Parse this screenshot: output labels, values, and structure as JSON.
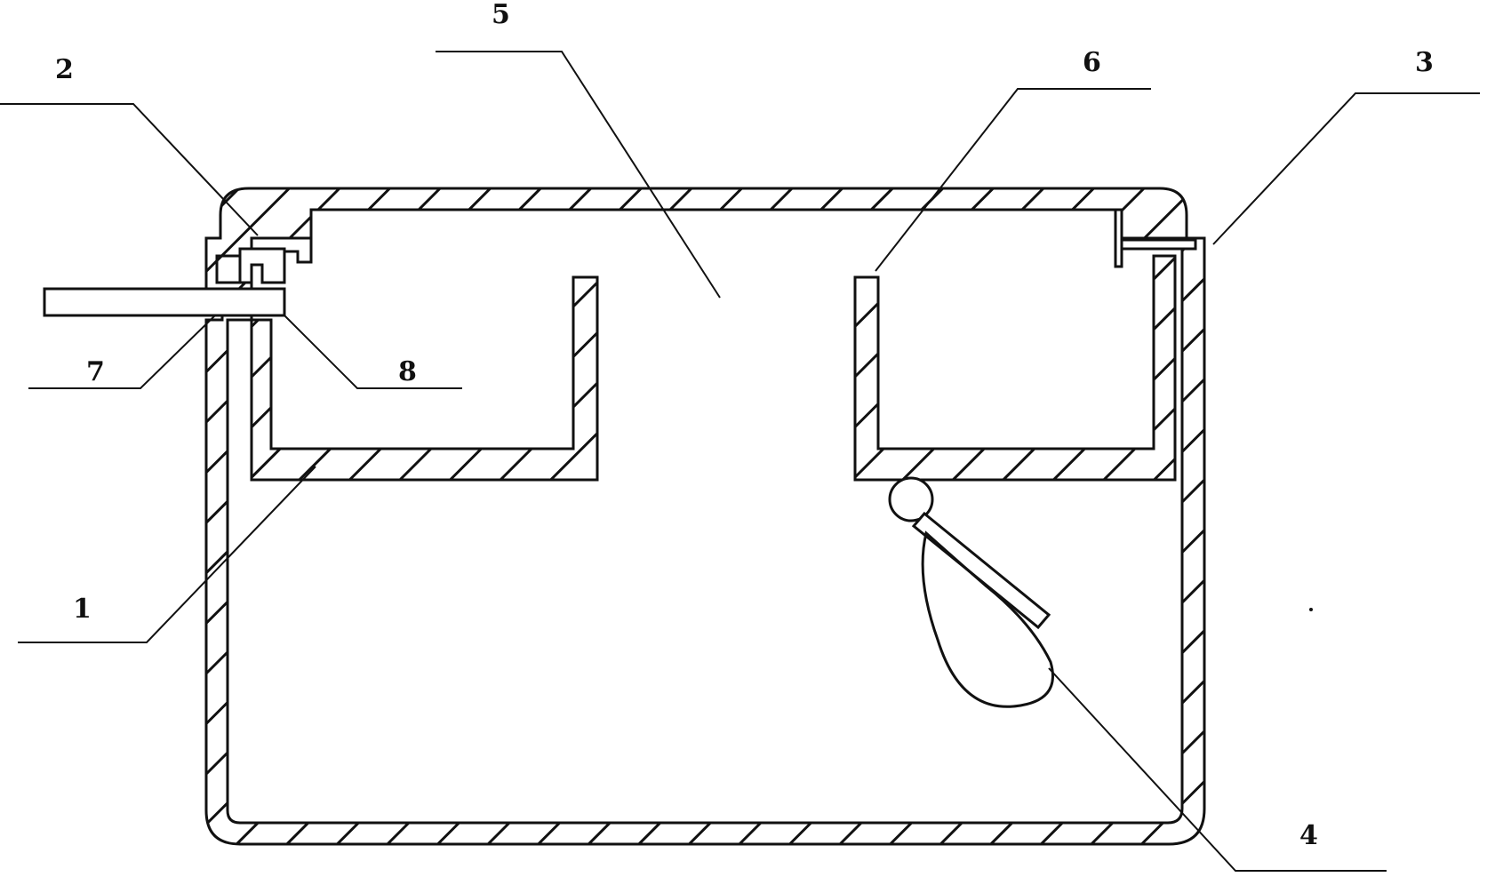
{
  "labels": {
    "l1": "1",
    "l2": "2",
    "l3": "3",
    "l4": "4",
    "l5": "5",
    "l6": "6",
    "l7": "7",
    "l8": "8"
  },
  "colors": {
    "line": "#111111",
    "background": "#ffffff"
  }
}
